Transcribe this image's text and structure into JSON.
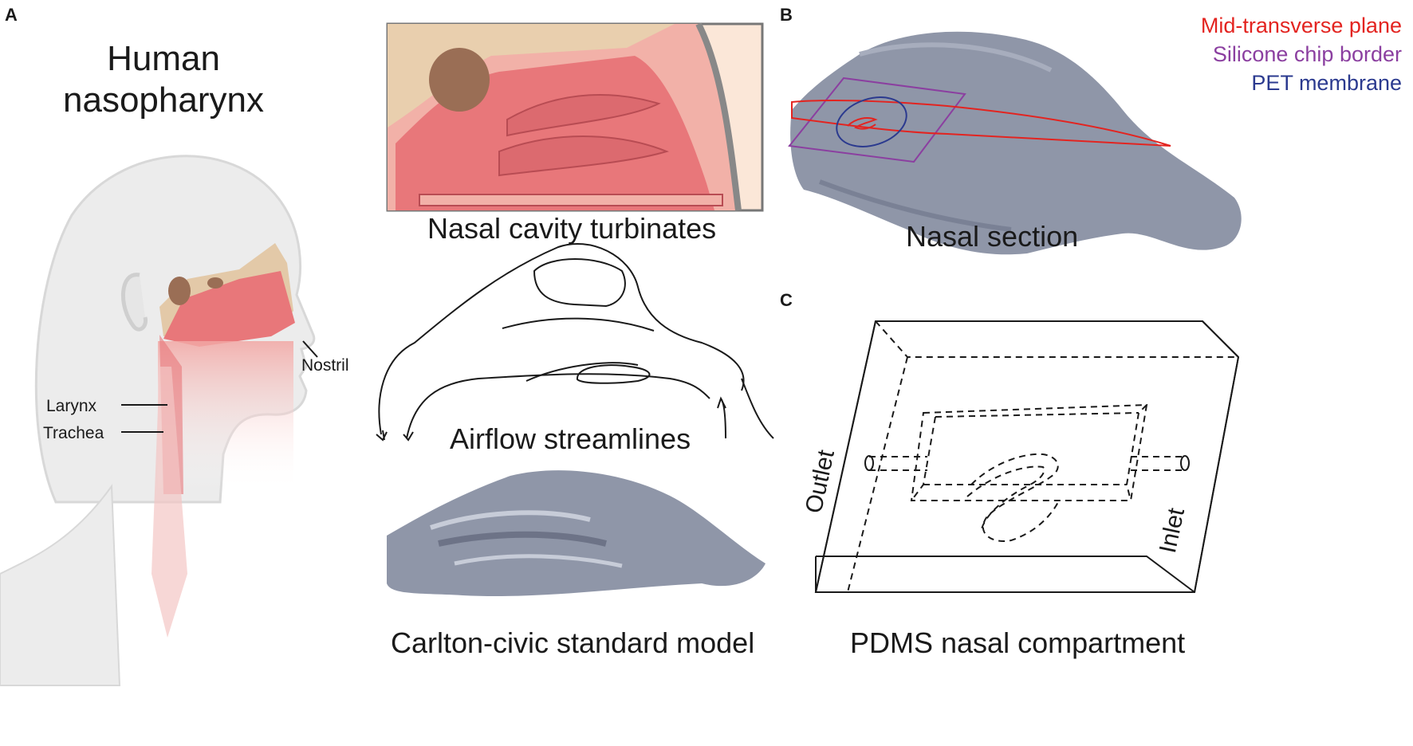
{
  "panels": {
    "a": {
      "letter": "A",
      "title_line1": "Human",
      "title_line2": "nasopharynx",
      "labels": {
        "nostril": "Nostril",
        "larynx": "Larynx",
        "trachea": "Trachea"
      },
      "captions": {
        "turbinates": "Nasal cavity turbinates",
        "airflow": "Airflow streamlines",
        "model": "Carlton-civic standard model"
      }
    },
    "b": {
      "letter": "B",
      "legend": [
        {
          "text": "Mid-transverse plane",
          "color": "#e32420"
        },
        {
          "text": "Silicone chip border",
          "color": "#8b3fa0"
        },
        {
          "text": "PET membrane",
          "color": "#2b3a8f"
        }
      ],
      "caption": "Nasal section"
    },
    "c": {
      "letter": "C",
      "outlet": "Outlet",
      "inlet": "Inlet",
      "caption": "PDMS nasal compartment"
    }
  },
  "colors": {
    "tissue": "#e8777a",
    "bone": "#e3c9a8",
    "surface": "#8f96a8"
  }
}
